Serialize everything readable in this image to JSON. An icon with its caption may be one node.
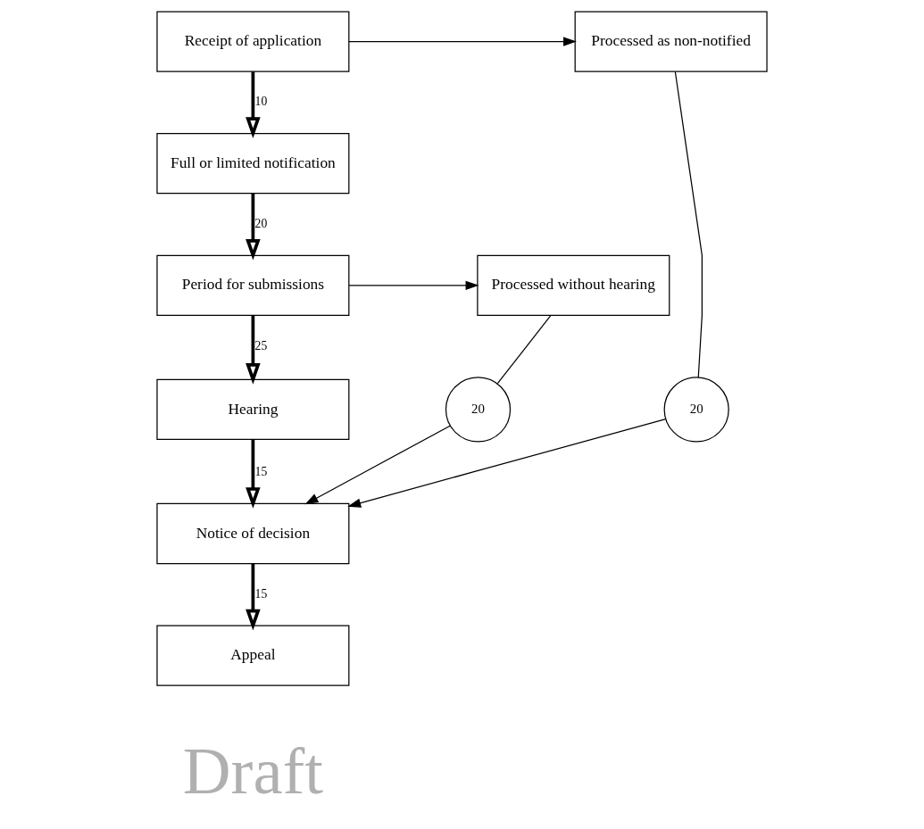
{
  "diagram": {
    "nodes": [
      {
        "text": [
          "Receipt of application"
        ]
      },
      {
        "text": [
          "Processed as non-notified"
        ]
      },
      {
        "text": [
          "Full or limited notification"
        ]
      },
      {
        "text": [
          "Period for submissions"
        ]
      },
      {
        "text": [
          "Processed without hearing"
        ]
      },
      {
        "text": [
          "Hearing"
        ]
      },
      {
        "text": [
          "20"
        ]
      },
      {
        "text": [
          "20"
        ]
      },
      {
        "text": [
          "Notice of decision"
        ]
      },
      {
        "text": [
          "Appeal"
        ]
      }
    ],
    "edges": [
      {
        "from": 0,
        "to": 1,
        "arrow": "to"
      },
      {
        "from": 0,
        "to": 2,
        "arrow": "to",
        "label": "10",
        "style": "thick"
      },
      {
        "from": 2,
        "to": 3,
        "arrow": "to",
        "label": "20",
        "style": "thick"
      },
      {
        "from": 3,
        "to": 4,
        "arrow": "to"
      },
      {
        "from": 3,
        "to": 5,
        "arrow": "to",
        "label": "25",
        "style": "thick"
      },
      {
        "from": 4,
        "to": 6,
        "arrow": "none"
      },
      {
        "from": 1,
        "to": 7,
        "arrow": "none"
      },
      {
        "from": 5,
        "to": 8,
        "arrow": "to",
        "label": "15",
        "style": "thick"
      },
      {
        "from": 6,
        "to": 8,
        "arrow": "to"
      },
      {
        "from": 7,
        "to": 8,
        "arrow": "to"
      },
      {
        "from": 8,
        "to": 9,
        "arrow": "to",
        "label": "15",
        "style": "thick"
      }
    ],
    "labels": [
      "Draft"
    ]
  }
}
